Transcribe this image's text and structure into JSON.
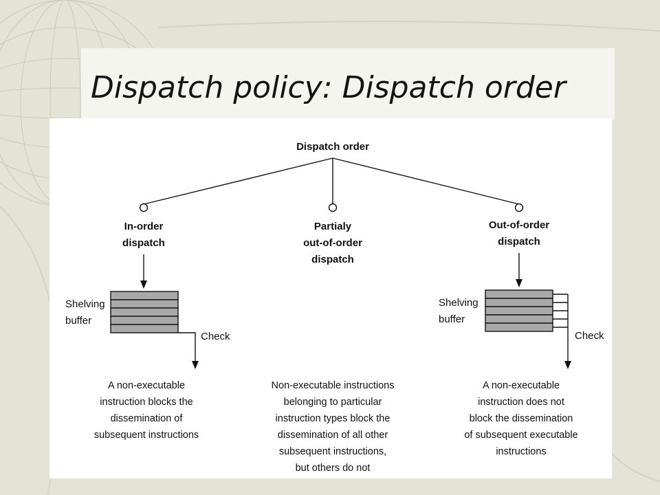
{
  "slide": {
    "title": "Dispatch policy: Dispatch order"
  },
  "diagram": {
    "root": "Dispatch order",
    "branches": [
      {
        "label_lines": [
          "In-order",
          "dispatch"
        ],
        "buffer_label_lines": [
          "Shelving",
          "buffer"
        ],
        "check_label": "Check",
        "caption_lines": [
          "A non-executable",
          "instruction blocks the",
          "dissemination of",
          "subsequent instructions"
        ]
      },
      {
        "label_lines": [
          "Partialy",
          "out-of-order",
          "dispatch"
        ],
        "caption_lines": [
          "Non-executable instructions",
          "belonging to particular",
          "instruction types block the",
          "dissemination of all other",
          "subsequent instructions,",
          "but others do not"
        ]
      },
      {
        "label_lines": [
          "Out-of-order",
          "dispatch"
        ],
        "buffer_label_lines": [
          "Shelving",
          "buffer"
        ],
        "check_label": "Check",
        "caption_lines": [
          "A non-executable",
          "instruction does not",
          "block the dissemination",
          "of subsequent executable",
          "instructions"
        ]
      }
    ]
  },
  "theme": {
    "background": "#e3e4d6",
    "panel": "#f4f5ef",
    "buffer_fill": "#a9a9a9",
    "ink": "#111111"
  }
}
